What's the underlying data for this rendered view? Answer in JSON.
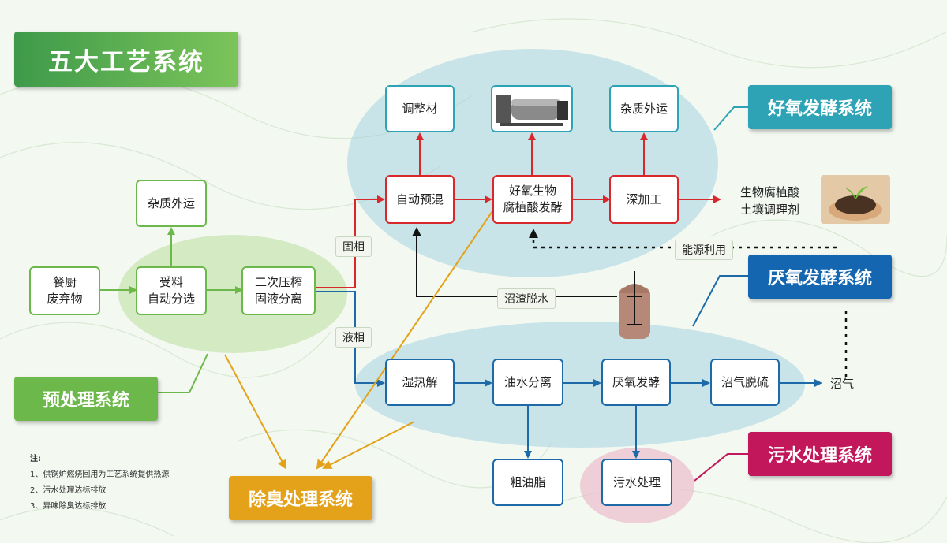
{
  "title": "五大工艺系统",
  "systems": {
    "pretreatment": "预处理系统",
    "aerobic": "好氧发酵系统",
    "anaerobic": "厌氧发酵系统",
    "wastewater": "污水处理系统",
    "deodor": "除臭处理系统"
  },
  "nodes": {
    "kitchen_waste": [
      "餐厨",
      "废弃物"
    ],
    "auto_sort": [
      "受料",
      "自动分选"
    ],
    "impurity_out_1": "杂质外运",
    "press": [
      "二次压榨",
      "固液分离"
    ],
    "amendment": "调整材",
    "premix": "自动预混",
    "aerobic_ferment": [
      "好氧生物",
      "腐植酸发酵"
    ],
    "deep_process": "深加工",
    "impurity_out_2": "杂质外运",
    "product": [
      "生物腐植酸",
      "土壤调理剂"
    ],
    "hydrolysis": "湿热解",
    "oil_separation": "油水分离",
    "anaerobic_ferment": "厌氧发酵",
    "desulfur": "沼气脱硫",
    "biogas": "沼气",
    "crude_oil": "粗油脂",
    "wastewater_treat": "污水处理"
  },
  "edge_labels": {
    "solid": "固相",
    "liquid": "液相",
    "energy": "能源利用",
    "digestate": "沼渣脱水"
  },
  "notes": {
    "heading": "注:",
    "items": [
      "1、供锅炉燃烧回用为工艺系统提供热源",
      "2、污水处理达标排放",
      "3、异味除臭达标排放"
    ]
  },
  "colors": {
    "green": "#6db84a",
    "red": "#d9282b",
    "blue": "#1e6aa8",
    "teal": "#2da3b5",
    "navy": "#1566b0",
    "magenta": "#c2185b",
    "orange": "#e3a21a"
  },
  "icons": [
    "fermenter-machine-icon",
    "soil-hands-icon",
    "digester-tank-icon"
  ]
}
